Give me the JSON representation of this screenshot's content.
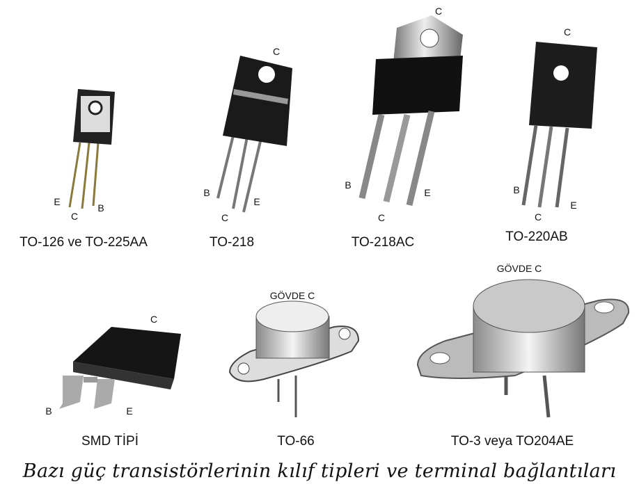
{
  "components": [
    {
      "caption": "TO-126 ve TO-225AA",
      "pins": [
        "E",
        "C",
        "B"
      ]
    },
    {
      "caption": "TO-218",
      "top_pin": "C",
      "pins": [
        "B",
        "C",
        "E"
      ]
    },
    {
      "caption": "TO-218AC",
      "top_pin": "C",
      "pins": [
        "B",
        "C",
        "E"
      ]
    },
    {
      "caption": "TO-220AB",
      "top_pin": "C",
      "pins": [
        "B",
        "C",
        "E"
      ]
    },
    {
      "caption": "SMD TİPİ",
      "top_pin": "C",
      "pins": [
        "B",
        "E"
      ]
    },
    {
      "caption": "TO-66",
      "body_label": "GÖVDE C"
    },
    {
      "caption": "TO-3 veya TO204AE",
      "body_label": "GÖVDE C"
    }
  ],
  "title": "Bazı güç transistörlerinin kılıf tipleri ve terminal bağlantıları"
}
